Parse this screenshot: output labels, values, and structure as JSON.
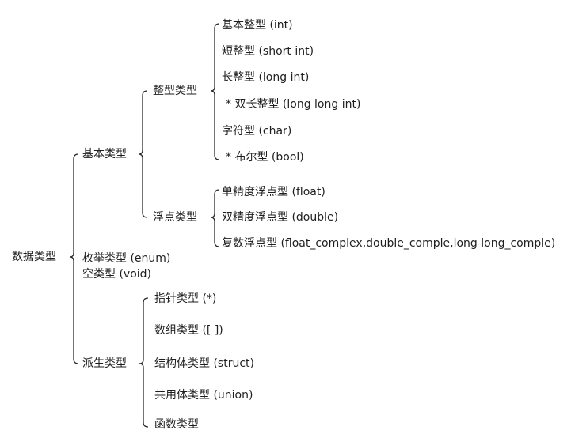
{
  "root": "数据类型",
  "basic": {
    "label": "基本类型",
    "integer": {
      "label": "整型类型",
      "items": [
        "基本整型 (int)",
        "短整型 (short int)",
        "长整型 (long int)",
        "* 双长整型 (long long int)",
        "字符型 (char)",
        "* 布尔型 (bool)"
      ]
    },
    "float": {
      "label": "浮点类型",
      "items": [
        "单精度浮点型 (float)",
        "双精度浮点型 (double)",
        "复数浮点型 (float_complex,double_comple,long long_comple)"
      ]
    }
  },
  "enum": "枚举类型 (enum)",
  "void": "空类型 (void)",
  "derived": {
    "label": "派生类型",
    "items": [
      "指针类型 (*)",
      "数组类型 ([ ])",
      "结构体类型 (struct)",
      "共用体类型 (union)",
      "函数类型"
    ]
  }
}
